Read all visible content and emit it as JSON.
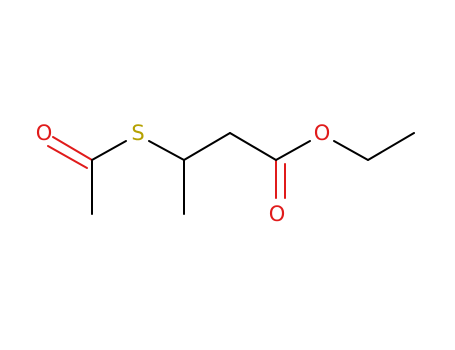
{
  "molecule": {
    "atoms": {
      "sulfur": {
        "symbol": "S",
        "color": "#b5a100"
      },
      "thioester_oxygen": {
        "symbol": "O",
        "color": "#e01b1b"
      },
      "ester_ether_oxygen": {
        "symbol": "O",
        "color": "#e01b1b"
      },
      "ester_carbonyl_oxygen": {
        "symbol": "O",
        "color": "#e01b1b"
      }
    },
    "bond_color": "#000000"
  }
}
